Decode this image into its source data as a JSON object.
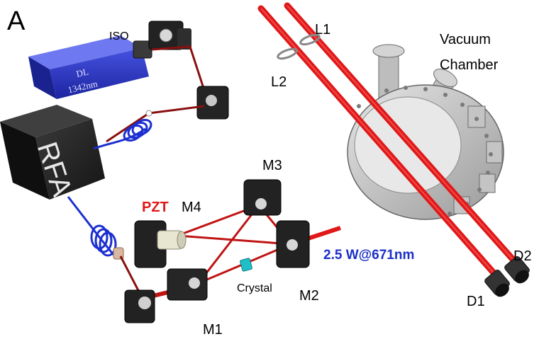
{
  "panel_label": "A",
  "laser": {
    "line1": "DL",
    "line2": "1342nm"
  },
  "amplifier": {
    "label": "RFA"
  },
  "labels": {
    "iso": "ISO",
    "l1": "L1",
    "l2": "L2",
    "chamber_line1": "Vacuum",
    "chamber_line2": "Chamber",
    "m1": "M1",
    "m2": "M2",
    "m3": "M3",
    "m4": "M4",
    "pzt": "PZT",
    "crystal": "Crystal",
    "output": "2.5 W@671nm",
    "d1": "D1",
    "d2": "D2"
  },
  "colors": {
    "laser_body": "#2a35c8",
    "amplifier_body": "#2b2b2b",
    "fiber": "#1b2fd0",
    "ir_beam": "#8a1010",
    "red_beam": "#e01818",
    "pzt_text": "#e01818",
    "output_text": "#1b2fc8",
    "chamber": "#c9c9c9",
    "crystal": "#1ec0c8"
  }
}
